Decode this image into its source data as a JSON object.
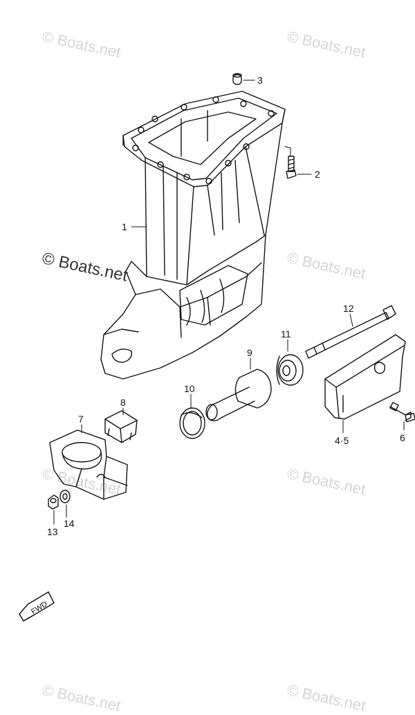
{
  "watermark": "© Boats.net",
  "fwd_label": "FWD",
  "callouts": {
    "c1": "1",
    "c2": "2",
    "c3": "3",
    "c45": "4·5",
    "c6": "6",
    "c7": "7",
    "c8": "8",
    "c9": "9",
    "c10": "10",
    "c11": "11",
    "c12": "12",
    "c13": "13",
    "c14": "14"
  },
  "colors": {
    "line": "#111111",
    "watermark": "#d4d4d4"
  }
}
